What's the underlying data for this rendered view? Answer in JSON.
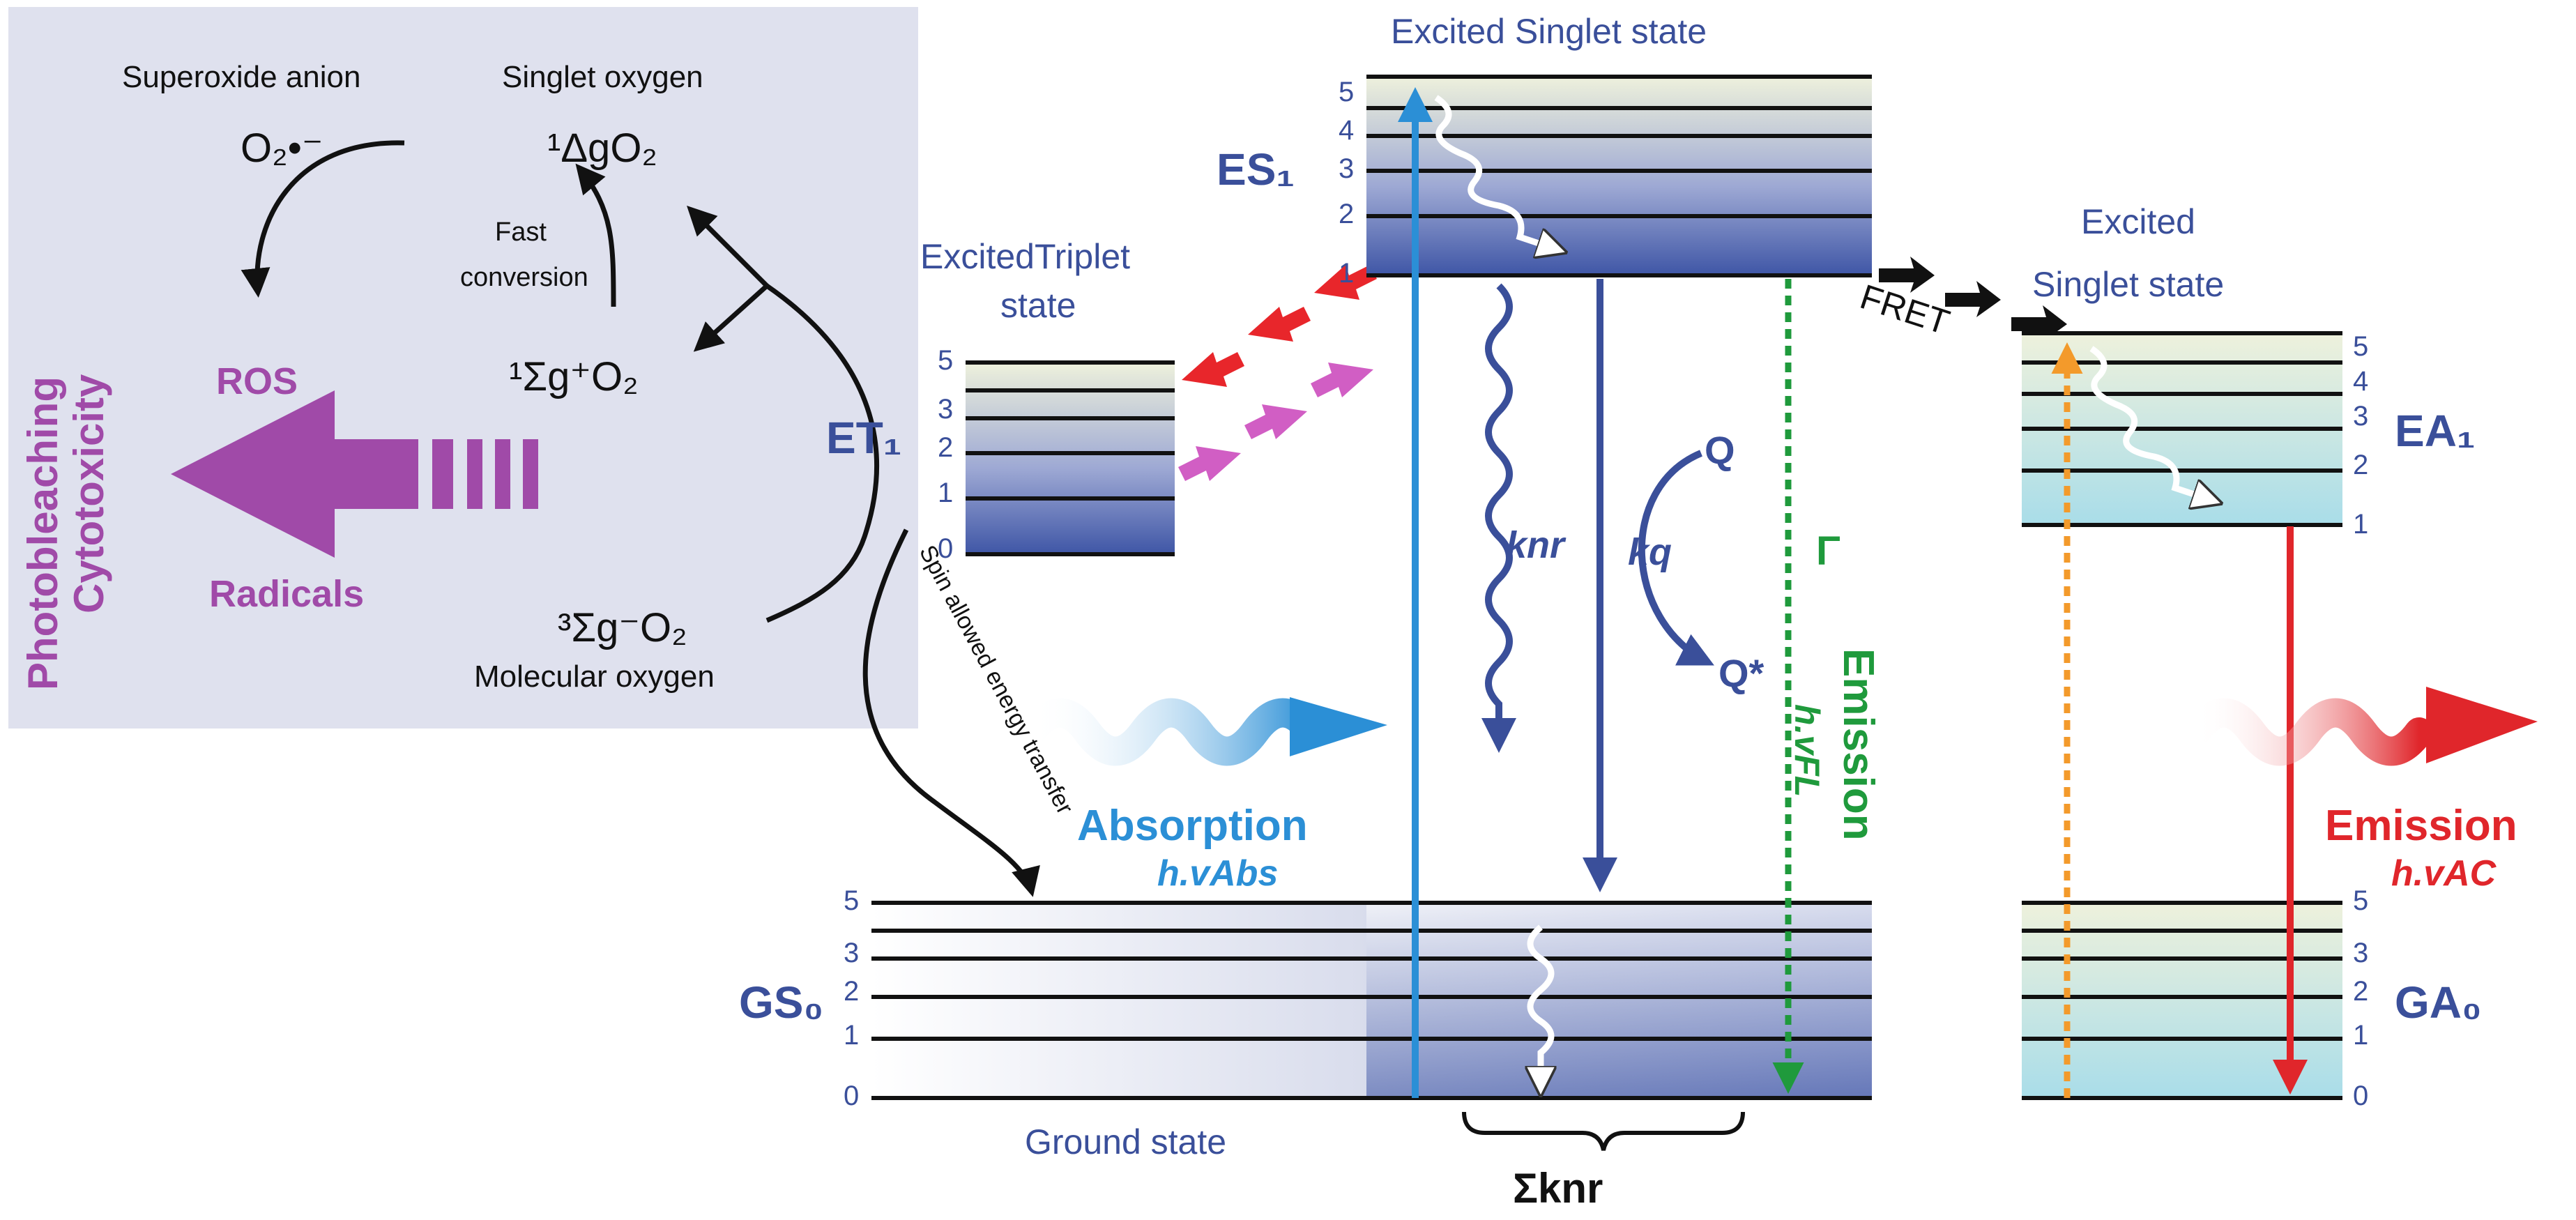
{
  "colors": {
    "panel_bg": "#dfe1ee",
    "level_blue": "#3a4f9a",
    "band_dark": "#3f56a6",
    "band_light": "#eef1dc",
    "band_cyan": "#b8e4ec",
    "absorption_blue": "#2b8fd6",
    "emission_green": "#1f9a3c",
    "emission_red": "#e0262b",
    "fret_orange": "#f39a2b",
    "ros_purple": "#a04aa8",
    "arrow_red": "#e8262b",
    "arrow_pink": "#d15ec4",
    "rate_blue": "#3a4f9a"
  },
  "oxygen_panel": {
    "superoxide_label": "Superoxide anion",
    "superoxide_formula": "O₂•⁻",
    "singlet_oxygen_label": "Singlet oxygen",
    "singlet_delta": "¹ΔgO₂",
    "fast_conversion_1": "Fast",
    "fast_conversion_2": "conversion",
    "singlet_sigma": "¹Σg⁺O₂",
    "triplet_sigma": "³Σg⁻O₂",
    "molecular_oxygen_label": "Molecular oxygen",
    "ros_label": "ROS",
    "radicals_label": "Radicals",
    "side_label_1": "Photobleaching",
    "side_label_2": "Cytotoxicity",
    "spin_transfer_label": "Spin allowed energy transfer"
  },
  "donor": {
    "excited_singlet_title": "Excited Singlet state",
    "es1_label": "ES₁",
    "triplet_title_1": "ExcitedTriplet",
    "triplet_title_2": "state",
    "et1_label": "ET₁",
    "gs0_label": "GS₀",
    "ground_state_title": "Ground state",
    "levels_es1": [
      "5",
      "4",
      "3",
      "2",
      "1"
    ],
    "levels_t1": [
      "5",
      "3",
      "2",
      "1",
      "0"
    ],
    "levels_gs0": [
      "5",
      "3",
      "2",
      "1",
      "0"
    ]
  },
  "processes": {
    "knr": "knr",
    "kq": "kq",
    "q": "Q",
    "q_star": "Q*",
    "gamma": "Γ",
    "emission_fl": "Emission",
    "emission_fl_energy": "h.vFL",
    "absorption": "Absorption",
    "absorption_energy": "h.vAbs",
    "sum_knr": "Σknr",
    "fret": "FRET"
  },
  "acceptor": {
    "excited_singlet_title_1": "Excited",
    "excited_singlet_title_2": "Singlet state",
    "ea1_label": "EA₁",
    "ga0_label": "GA₀",
    "emission": "Emission",
    "emission_energy": "h.vAC",
    "levels_ea1": [
      "5",
      "4",
      "3",
      "2",
      "1"
    ],
    "levels_ga0": [
      "5",
      "3",
      "2",
      "1",
      "0"
    ]
  }
}
